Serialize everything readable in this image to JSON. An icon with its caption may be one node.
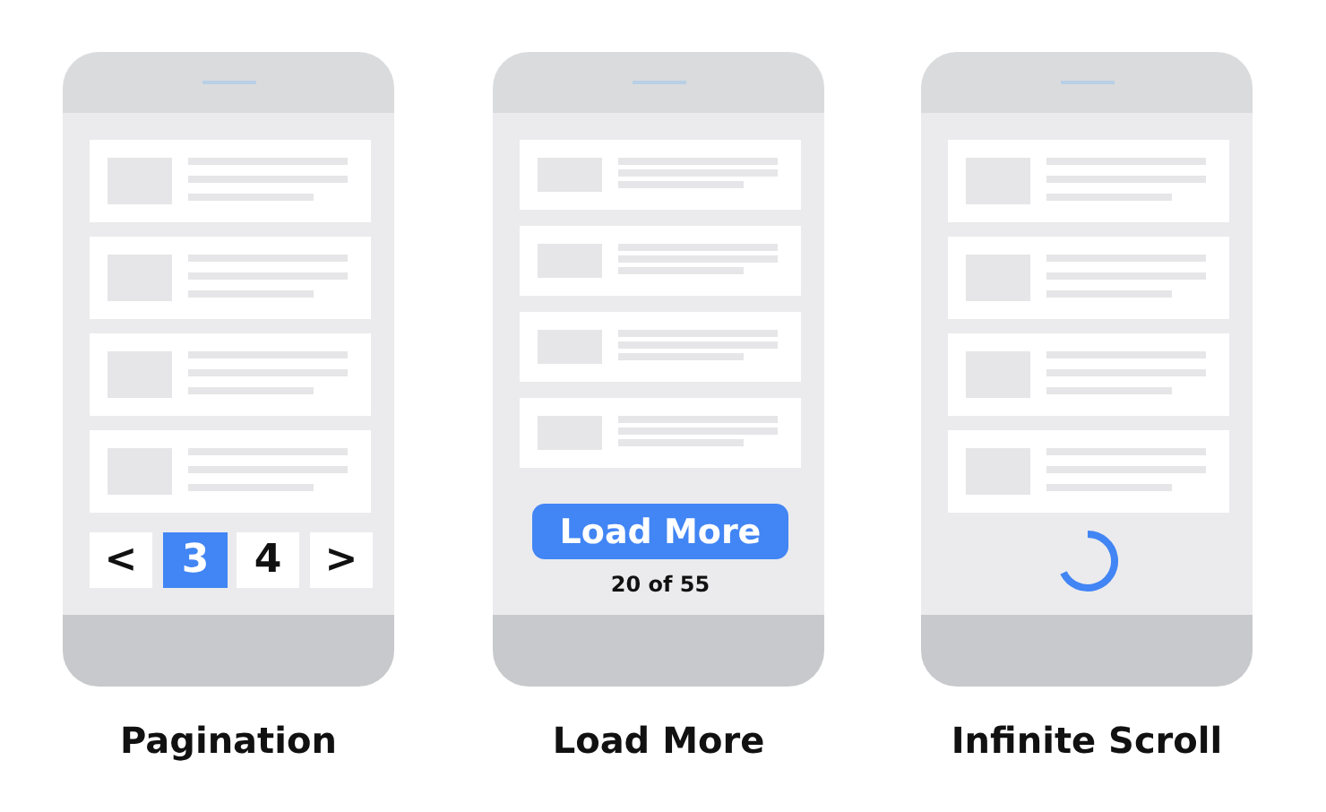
{
  "diagram": {
    "nodes": [
      {
        "text": [],
        "shape": "box",
        "beside": [
          "Pagination"
        ]
      },
      {
        "text": [
          "<"
        ],
        "in": 0
      },
      {
        "text": [
          "3"
        ],
        "in": 0
      },
      {
        "text": [
          "4"
        ],
        "in": 0
      },
      {
        "text": [
          ">"
        ],
        "in": 0
      },
      {
        "text": [],
        "shape": "box",
        "beside": [
          "Load More"
        ]
      },
      {
        "text": [
          "Load More"
        ],
        "in": 5,
        "beside": [
          "20 of 55"
        ]
      },
      {
        "text": [],
        "shape": "box",
        "beside": [
          "Infinite Scroll"
        ]
      }
    ],
    "edges": []
  }
}
